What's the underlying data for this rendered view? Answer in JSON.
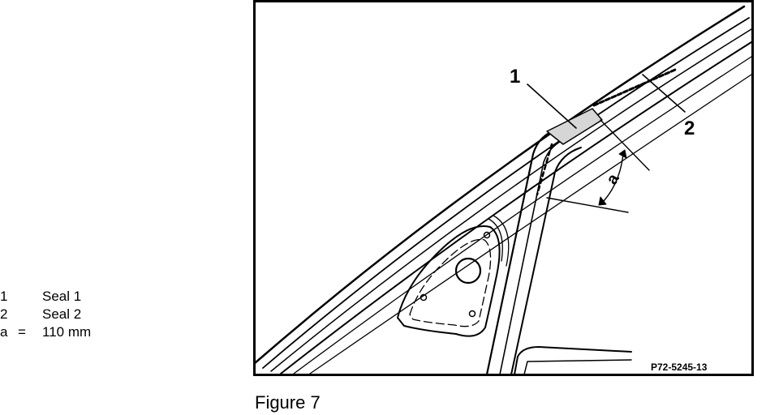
{
  "legend": {
    "items": [
      {
        "key": "1",
        "text": "Seal 1"
      },
      {
        "key": "2",
        "text": "Seal 2"
      }
    ],
    "dimension": {
      "key": "a",
      "eq": "=",
      "value": "110 mm"
    }
  },
  "diagram": {
    "callout_1": "1",
    "callout_2": "2",
    "callout_a": "a",
    "ref_code": "P72-5245-13"
  },
  "caption": "Figure 7"
}
